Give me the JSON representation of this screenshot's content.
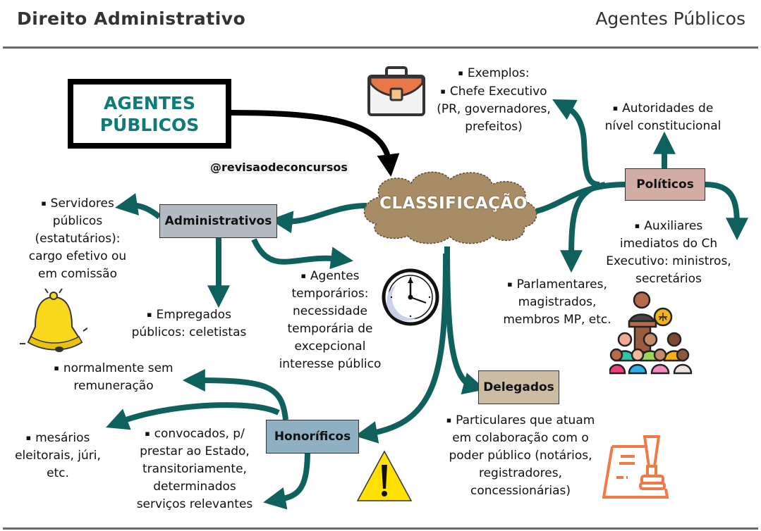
{
  "header": {
    "title_left": "Direito Administrativo",
    "title_right": "Agentes Públicos"
  },
  "root": {
    "line1": "AGENTES",
    "line2": "PÚBLICOS"
  },
  "handle": "@revisaodeconcursos",
  "center": "CLASSIFICAÇÃO",
  "colors": {
    "arrow": "#0f615e",
    "root_text": "#0f7a78",
    "cloud": "#a88c66",
    "administrativos": "#b3bac4",
    "politicos": "#d2ada5",
    "delegados": "#cdbca4",
    "honorificos": "#8fb0c2"
  },
  "categories": {
    "administrativos": {
      "label": "Administrativos",
      "items": [
        [
          "Servidores",
          "públicos",
          "(estatutários):",
          "cargo efetivo ou",
          "em comissão"
        ],
        [
          "Empregados",
          "públicos: celetistas"
        ],
        [
          "Agentes",
          "temporários:",
          "necessidade",
          "temporária de",
          "excepcional",
          "interesse público"
        ]
      ]
    },
    "politicos": {
      "label": "Políticos",
      "items": [
        [
          "Exemplos:"
        ],
        [
          "Chefe Executivo",
          "(PR, governadores,",
          "prefeitos)"
        ],
        [
          "Autoridades de",
          "nível constitucional"
        ],
        [
          "Auxiliares",
          "imediatos do Ch",
          "Executivo: ministros,",
          "secretários"
        ],
        [
          "Parlamentares,",
          "magistrados,",
          "membros MP, etc."
        ]
      ]
    },
    "honorificos": {
      "label": "Honoríficos",
      "items": [
        [
          "normalmente sem",
          "remuneração"
        ],
        [
          "mesários",
          "eleitorais, júri,",
          "etc."
        ],
        [
          "convocados, p/",
          "prestar ao Estado,",
          "transitoriamente,",
          "determinados",
          "serviços relevantes"
        ]
      ]
    },
    "delegados": {
      "label": "Delegados",
      "items": [
        [
          "Particulares que atuam",
          "em colaboração com o",
          "poder público (notários,",
          "registradores,",
          "concessionárias)"
        ]
      ]
    }
  },
  "icons": {
    "briefcase": "briefcase-icon",
    "clock": "clock-icon",
    "bell": "bell-icon",
    "warning": "warning-icon",
    "assembly": "assembly-icon",
    "stamp": "stamp-icon"
  }
}
